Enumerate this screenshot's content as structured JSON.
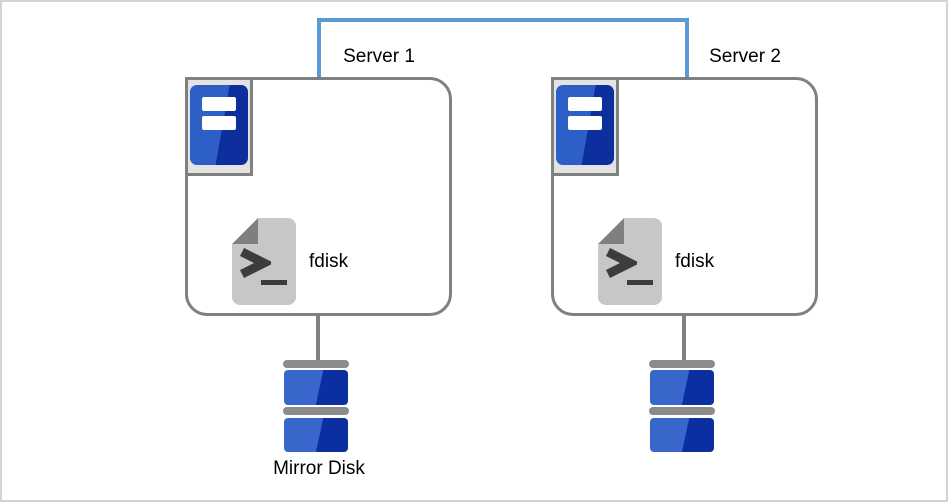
{
  "connector": {
    "name": "server-interconnect-link",
    "color": "#5b9bd5"
  },
  "colors": {
    "box_border_gray": "#808080",
    "link_blue": "#5b9bd5",
    "server_blue_light": "#2d5fc7",
    "server_blue_dark": "#0d2f9e",
    "disk_blue_light": "#3866cb",
    "disk_blue_dark": "#0b2ea0",
    "document_gray": "#c7c7c7",
    "document_fold_gray": "#7f7f7f",
    "disk_cap_gray": "#8b8b8b"
  },
  "servers": [
    {
      "name": "Server 1",
      "tool_label": "fdisk",
      "disk_label": "Mirror Disk",
      "icons": {
        "server": "server-tower-icon",
        "tool": "terminal-script-icon",
        "disk": "stacked-disk-icon"
      }
    },
    {
      "name": "Server 2",
      "tool_label": "fdisk",
      "disk_label": "",
      "icons": {
        "server": "server-tower-icon",
        "tool": "terminal-script-icon",
        "disk": "stacked-disk-icon"
      }
    }
  ]
}
